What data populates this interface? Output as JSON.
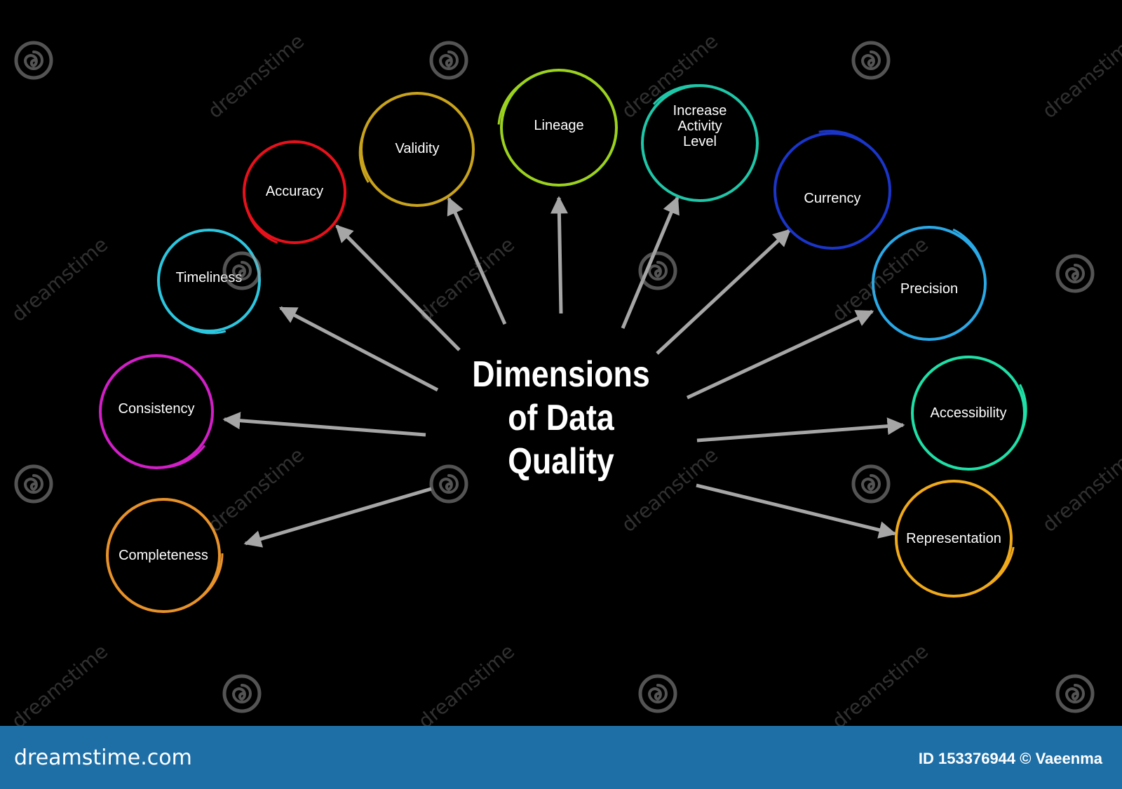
{
  "diagram": {
    "center_title": "Dimensions\nof Data\nQuality",
    "arrow_color": "#a6a6a6",
    "nodes": [
      {
        "id": "completeness",
        "label": "Completeness",
        "color": "#e8922a"
      },
      {
        "id": "consistency",
        "label": "Consistency",
        "color": "#d31fc8"
      },
      {
        "id": "timeliness",
        "label": "Timeliness",
        "color": "#2cc7df"
      },
      {
        "id": "accuracy",
        "label": "Accuracy",
        "color": "#e8111b"
      },
      {
        "id": "validity",
        "label": "Validity",
        "color": "#c9a31c"
      },
      {
        "id": "lineage",
        "label": "Lineage",
        "color": "#9bd21e"
      },
      {
        "id": "increase-activity-level",
        "label": "Increase\nActivity\nLevel",
        "color": "#1fc7a8"
      },
      {
        "id": "currency",
        "label": "Currency",
        "color": "#1a35c9"
      },
      {
        "id": "precision",
        "label": "Precision",
        "color": "#2aa9e6"
      },
      {
        "id": "accessibility",
        "label": "Accessibility",
        "color": "#1fe0a6"
      },
      {
        "id": "representation",
        "label": "Representation",
        "color": "#f0aa1a"
      }
    ]
  },
  "watermark": {
    "text": "dreamstime",
    "glyph_icon": "spiral-logo-icon"
  },
  "footer": {
    "brand": "dreamstime.com",
    "image_id": "ID 153376944 © Vaeenma",
    "background": "#1f6fa7"
  }
}
